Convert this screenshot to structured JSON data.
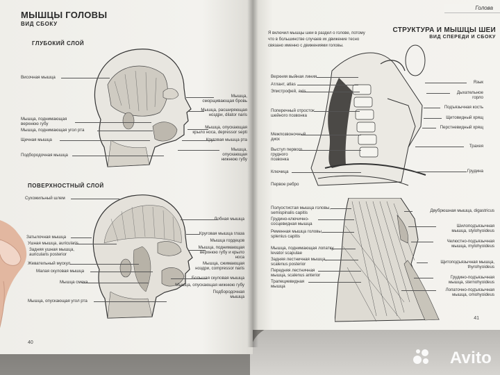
{
  "left_page": {
    "title": "МЫШЦЫ ГОЛОВЫ",
    "subtitle": "ВИД СБОКУ",
    "section_deep": "ГЛУБОКИЙ СЛОЙ",
    "section_superficial": "ПОВЕРХНОСТНЫЙ СЛОЙ",
    "page_number": "40",
    "deep_left_labels": [
      "Височная мышца",
      "Мышца, поднимающая\nверхнюю губу",
      "Мышца, поднимающая угол рта",
      "Щечная мышца",
      "Подбородочная мышца"
    ],
    "deep_right_labels": [
      "Мышца,\nсморщивающая бровь",
      "Мышца, расширяющая\nноздри, dilator naris",
      "Мышца, опускающая\nкрыло носа, depressor septi",
      "Круговая мышца рта",
      "Мышца,\nопускающая\nнижнюю губу"
    ],
    "sup_left_labels": [
      "Сухожильный шлем",
      "Затылочная мышца",
      "Ушная мышца, auricularis",
      "Задняя ушная мышца,\nauricularis posterior",
      "Жевательный мускул",
      "Малая скуловая мышца",
      "Мышца смеха",
      "Мышца, опускающая угол рта"
    ],
    "sup_right_labels": [
      "Лобная мышца",
      "Круговая мышца глаза",
      "Мышца гордецов",
      "Мышца, поднимающая\nверхнюю губу и крыло\nноса",
      "Мышца, сжимающая\nноздри, compressor naris",
      "Большая скуловая мышца",
      "Мышца, опускающая нижнюю губу",
      "Подбородочная\nмышца"
    ]
  },
  "right_page": {
    "header": "Голова",
    "intro": "Я включил мышцы шеи в раздел о голове, потому\nчто в большинстве случаев их движение тесно\nсвязано именно с движениями головы.",
    "title": "СТРУКТУРА И МЫШЦЫ ШЕИ",
    "subtitle": "ВИД СПЕРЕДИ И СБОКУ",
    "page_number": "41",
    "top_left_labels": [
      "Верхняя выйная линия",
      "Атлант, atlas",
      "Эпистрофей, axis",
      "Поперечный отросток\nшейного позвонка",
      "Межпозвоночный\nдиск",
      "Выступ первого\nгрудного\nпозвонка",
      "Ключица",
      "Первое ребро"
    ],
    "top_right_labels": [
      "Язык",
      "Дыхательное\nгорло",
      "Подъязычная кость",
      "Щитовидный хрящ",
      "Перстневидный хрящ",
      "Трахея",
      "Грудина"
    ],
    "bottom_left_labels": [
      "Полуостистая мышца головы,\nsemispinalis capitis",
      "Грудино-ключично-\nсосцевидная мышца",
      "Ременная мышца головы,\nsplenius capitis",
      "Мышца, поднимающая лопатку,\nlevator scapulae",
      "Задняя лестничная мышца,\nscalenus posterior",
      "Передняя лестничная\nмышца, scalenus anterior",
      "Трапециевидная\nмышца"
    ],
    "bottom_right_labels": [
      "Двубрюшная мышца, digastricus",
      "Шилоподъязычная\nмышца, stylohyoideus",
      "Челюстно-подъязычная\nмышца, mylohyoideus",
      "Щитоподъязычная мышца,\nthyrohyoideus",
      "Грудино-подъязычная\nмышца, sternohyoideus",
      "Лопаточно-подъязычная\nмышца, omohyoideus"
    ]
  },
  "watermark": "Avito"
}
